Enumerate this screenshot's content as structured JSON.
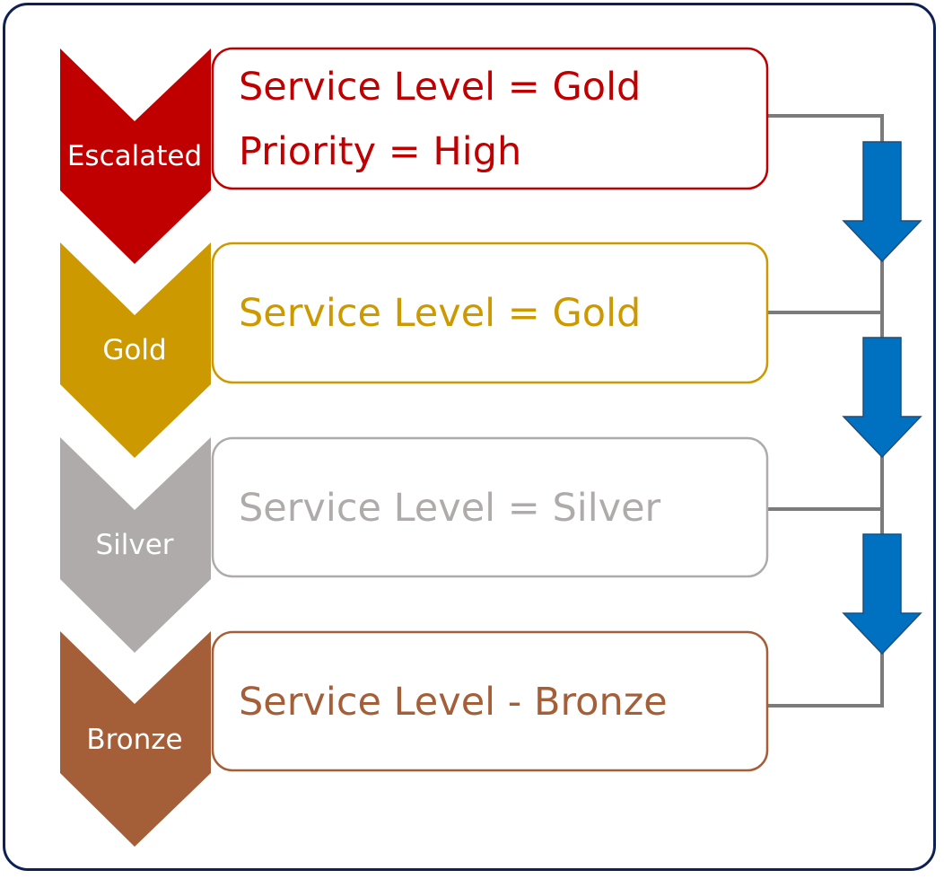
{
  "tiers": [
    {
      "label": "Escalated",
      "lines": [
        "Service Level = Gold",
        "Priority = High"
      ],
      "color": "#c00000"
    },
    {
      "label": "Gold",
      "lines": [
        "Service Level = Gold"
      ],
      "color": "#cc9900"
    },
    {
      "label": "Silver",
      "lines": [
        "Service Level = Silver"
      ],
      "color": "#afabab"
    },
    {
      "label": "Bronze",
      "lines": [
        "Service Level - Bronze"
      ],
      "color": "#a55f38"
    }
  ],
  "colors": {
    "frame": "#0f2154",
    "connector": "#7b7b7b",
    "arrow": "#0070c0",
    "arrow_stroke": "#1f4e79"
  },
  "icons": {
    "chevron": "chevron-down-icon",
    "arrow": "arrow-down-icon"
  }
}
